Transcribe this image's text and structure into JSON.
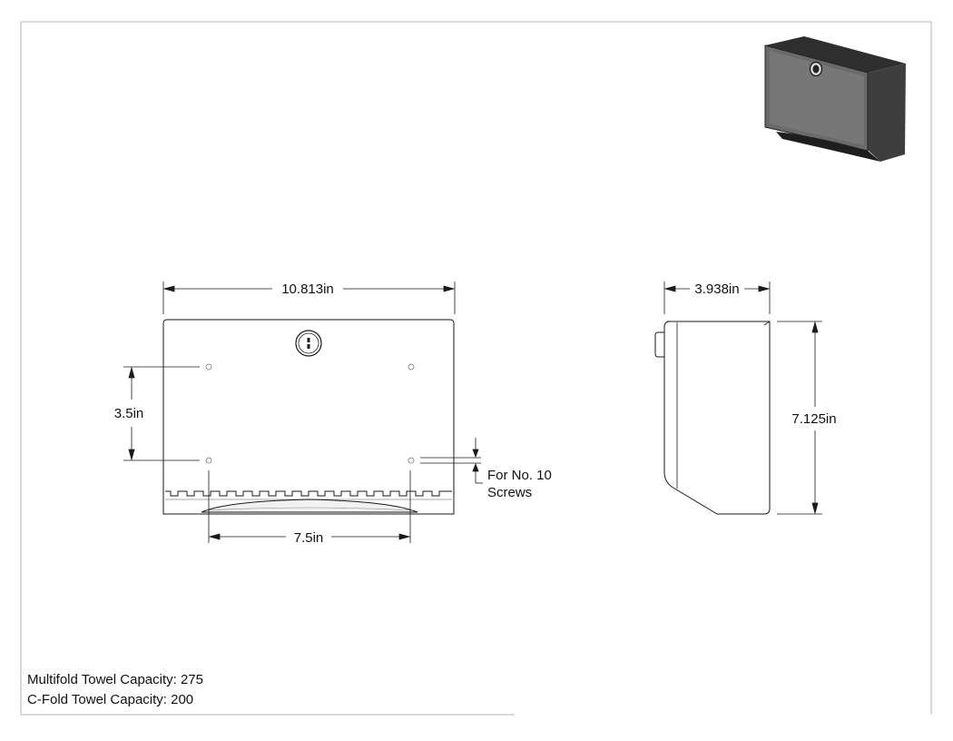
{
  "front_view": {
    "width_dim": "10.813in",
    "hole_vertical_dim": "3.5in",
    "hole_horizontal_dim": "7.5in",
    "screw_note_line1": "For No. 10",
    "screw_note_line2": "Screws"
  },
  "side_view": {
    "depth_dim": "3.938in",
    "height_dim": "7.125in"
  },
  "specs": {
    "multifold": "Multifold Towel Capacity: 275",
    "cfold": "C-Fold Towel Capacity: 200"
  },
  "colors": {
    "line": "#1a1a1a",
    "iso_front": "#5a5a5a",
    "iso_side": "#3c3c3c",
    "iso_top": "#2a2a2a"
  }
}
